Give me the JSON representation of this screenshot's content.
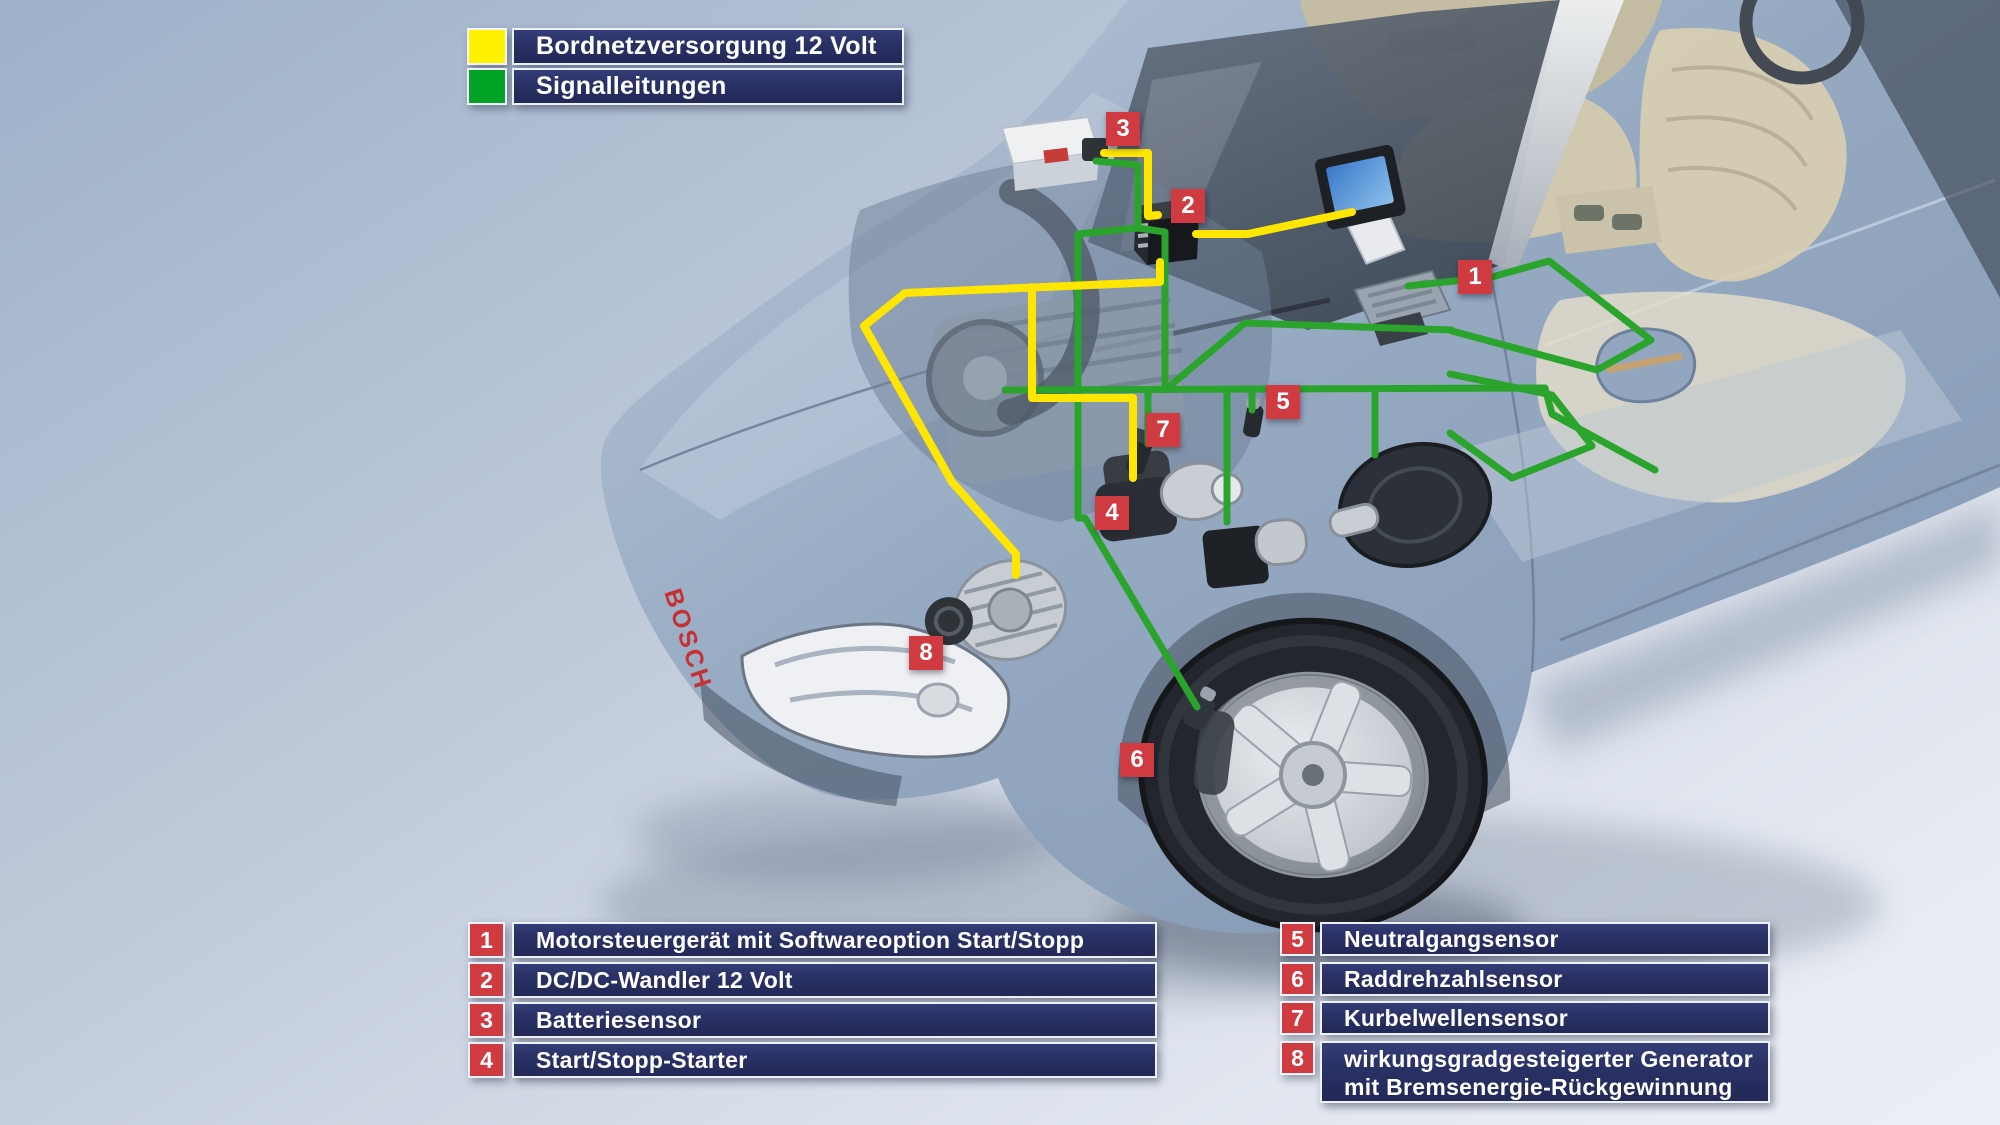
{
  "wire_legend": [
    {
      "id": "12v",
      "label": "Bordnetzversorgung 12 Volt"
    },
    {
      "id": "signal",
      "label": "Signalleitungen"
    }
  ],
  "components": [
    {
      "number": "1",
      "label": "Motorsteuergerät mit Softwareoption Start/Stopp"
    },
    {
      "number": "2",
      "label": "DC/DC-Wandler 12 Volt"
    },
    {
      "number": "3",
      "label": "Batteriesensor"
    },
    {
      "number": "4",
      "label": "Start/Stopp-Starter"
    },
    {
      "number": "5",
      "label": "Neutralgangsensor"
    },
    {
      "number": "6",
      "label": "Raddrehzahlsensor"
    },
    {
      "number": "7",
      "label": "Kurbelwellensensor"
    },
    {
      "number": "8",
      "label": "wirkungsgradgesteigerter Generator",
      "label_line2": "mit Bremsenergie-Rückgewinnung"
    }
  ],
  "branding": {
    "front_text": "BOSCH"
  },
  "colors": {
    "swatch_12v": "#fff200",
    "swatch_signal": "#00a326",
    "wire_12v": "#ffe600",
    "wire_signal": "#2aa42c",
    "legend_bar": "#2a3166",
    "callout_red": "#cf3b41"
  }
}
